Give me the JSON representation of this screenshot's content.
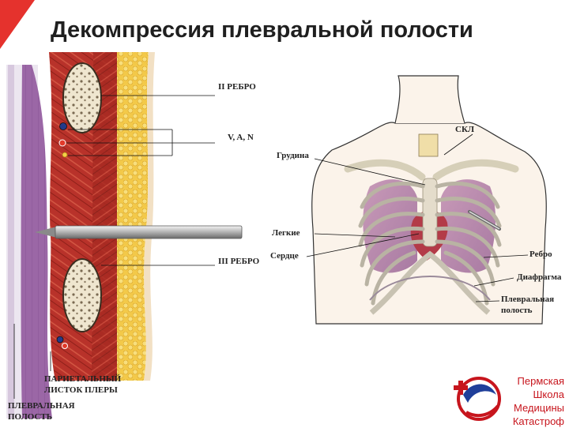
{
  "title": "Декомпрессия плевральной полости",
  "left_labels": {
    "rib2": "II РЕБРО",
    "van": "V, A, N",
    "rib3": "III РЕБРО",
    "parietal_line1": "ПАРИЕТАЛЬНЫЙ",
    "parietal_line2": "ЛИСТОК ПЛЕРЫ",
    "cavity_line1": "ПЛЕВРАЛЬНАЯ",
    "cavity_line2": "ПОЛОСТЬ"
  },
  "right_labels": {
    "skl": "СКЛ",
    "sternum": "Грудина",
    "lungs": "Легкие",
    "heart": "Сердце",
    "rib": "Ребро",
    "diaphragm": "Диафрагма",
    "cavity_line1": "Плевральная",
    "cavity_line2": "полость"
  },
  "logo": {
    "line1": "Пермская",
    "line2": "Школа",
    "line3": "Медицины",
    "line4": "Катастроф"
  },
  "colors": {
    "accent": "#e5322d",
    "muscle": "#b8322a",
    "fat": "#f2c84a",
    "pleura": "#8f5a9a",
    "logo": "#c7151d"
  }
}
